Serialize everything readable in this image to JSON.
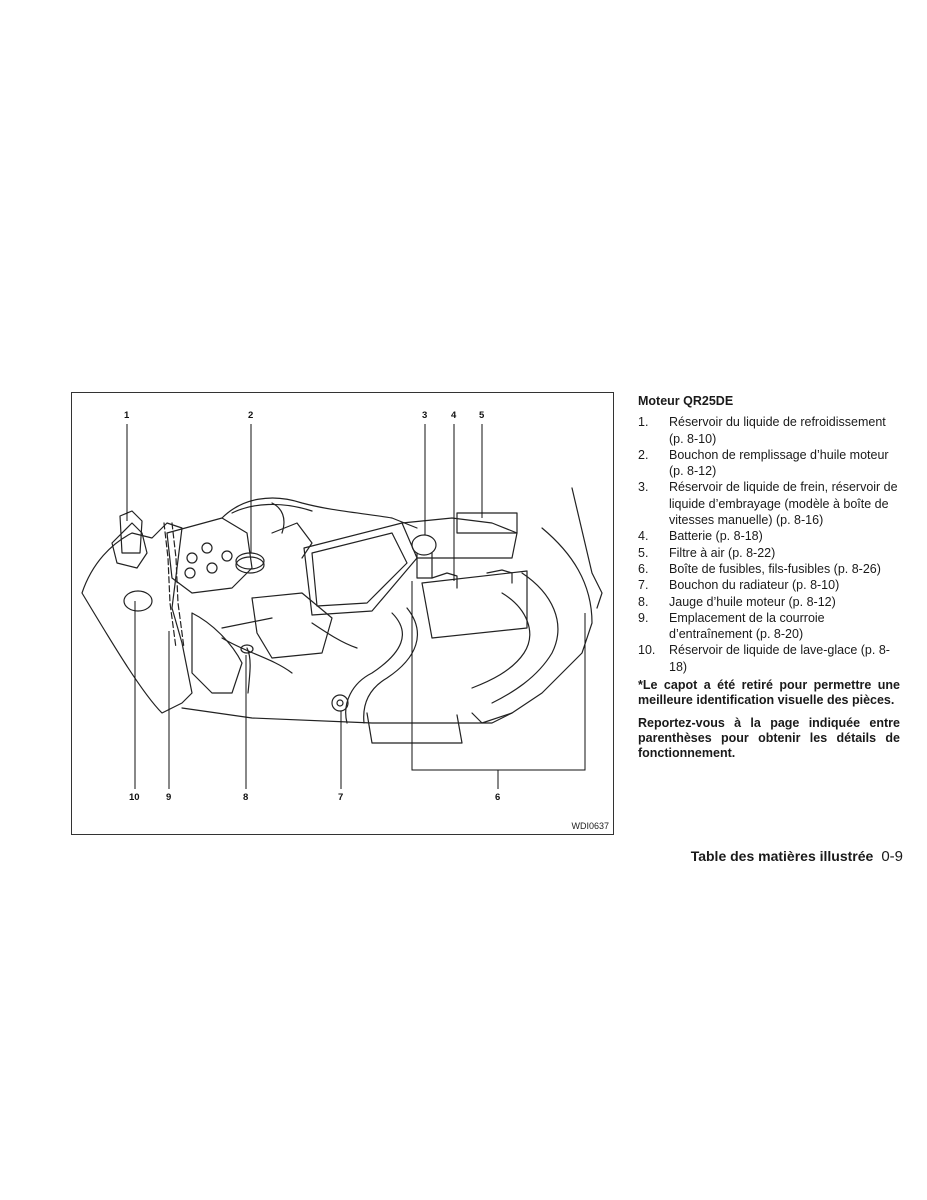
{
  "figure": {
    "code": "WDI0637",
    "callouts": {
      "c1": "1",
      "c2": "2",
      "c3": "3",
      "c4": "4",
      "c5": "5",
      "c10": "10",
      "c9": "9",
      "c8": "8",
      "c7": "7",
      "c6": "6"
    }
  },
  "legend": {
    "title": "Moteur QR25DE",
    "items": [
      {
        "num": "1.",
        "text": "Réservoir du liquide de refroidissement (p. 8-10)"
      },
      {
        "num": "2.",
        "text": "Bouchon de remplissage d’huile moteur (p. 8-12)"
      },
      {
        "num": "3.",
        "text": "Réservoir de liquide de frein, réservoir de liquide d’embrayage (modèle à boîte de vitesses manuelle) (p. 8-16)"
      },
      {
        "num": "4.",
        "text": "Batterie (p. 8-18)"
      },
      {
        "num": "5.",
        "text": "Filtre à air (p. 8-22)"
      },
      {
        "num": "6.",
        "text": "Boîte de fusibles, fils-fusibles (p. 8-26)"
      },
      {
        "num": "7.",
        "text": "Bouchon du radiateur (p. 8-10)"
      },
      {
        "num": "8.",
        "text": "Jauge d’huile moteur (p. 8-12)"
      },
      {
        "num": "9.",
        "text": "Emplacement de la courroie d’entraînement (p. 8-20)"
      },
      {
        "num": "10.",
        "text": "Réservoir de liquide de lave-glace (p. 8-18)"
      }
    ],
    "note": "*Le capot a été retiré pour permettre une meilleure identification visuelle des pièces.",
    "reference": "Reportez-vous à la page indiquée entre parenthèses pour obtenir les détails de fonctionnement."
  },
  "footer": {
    "section": "Table des matières illustrée",
    "page": "0-9"
  }
}
